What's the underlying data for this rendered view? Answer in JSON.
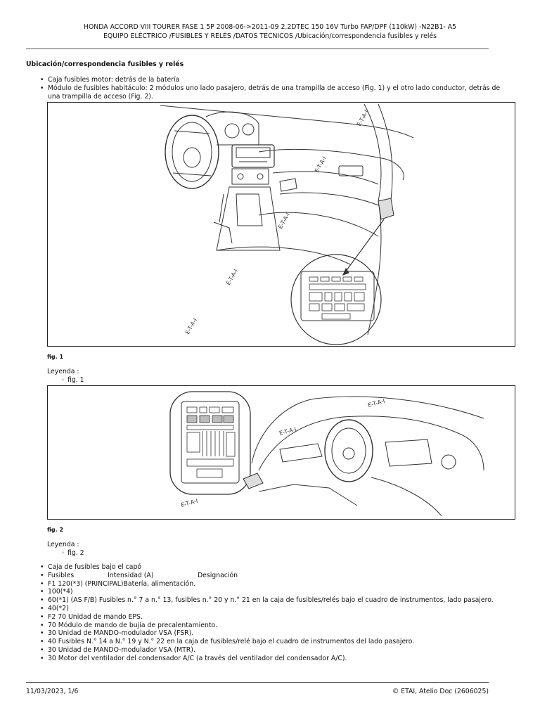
{
  "header": {
    "line1": "HONDA ACCORD VIII TOURER FASE 1 5P 2008-06->2011-09 2.2DTEC 150 16V Turbo FAP/DPF (110kW) -N22B1- A5",
    "line2": "EQUIPO ELÉCTRICO /FUSIBLES Y RELÉS /DATOS TÉCNICOS /Ubicación/correspondencia fusibles y relés"
  },
  "section_title": "Ubicación/correspondencia fusibles y relés",
  "intro_items": [
    "Caja fusibles motor: detrás de la batería",
    "Módulo de fusibles habitáculo: 2 módulos uno lado pasajero, detrás de una trampilla de acceso (Fig. 1) y el otro lado conductor, detrás de una trampilla de acceso (Fig. 2)."
  ],
  "figure1": {
    "caption": "fig. 1",
    "legend_title": "Leyenda :",
    "legend_item": "fig. 1",
    "stamp": "E-T-A-I"
  },
  "figure2": {
    "caption": "fig. 2",
    "legend_title": "Leyenda :",
    "legend_item": "fig. 2",
    "stamp": "E-T-A-I"
  },
  "fuse_list": {
    "title_item": "Caja de fusibles bajo el capó",
    "columns": [
      "Fusibles",
      "Intensidad (A)",
      "Designación"
    ],
    "rows": [
      "F1 120(*3) (PRINCIPAL)Batería, alimentación.",
      "100(*4)",
      "60(*1) (AS F/B) Fusibles n.° 7 a n.° 13, fusibles n.° 20 y n.° 21 en la caja de fusibles/relés bajo el cuadro de instrumentos, lado pasajero.",
      "40(*2)",
      "F2 70 Unidad de mando EPS.",
      "70 Módulo de mando de bujía de precalentamiento.",
      "30 Unidad de MANDO-modulador VSA (FSR).",
      "40 Fusibles N.° 14 a N.° 19 y N.° 22 en la caja de fusibles/relé bajo el cuadro de instrumentos del lado pasajero.",
      "30 Unidad de MANDO-modulador VSA (MTR).",
      "30 Motor del ventilador del condensador A/C (a través del ventilador del condensador A/C)."
    ]
  },
  "footer": {
    "left": "11/03/2023, 1/6",
    "right": "© ETAI, Atelio Doc (2606025)"
  }
}
